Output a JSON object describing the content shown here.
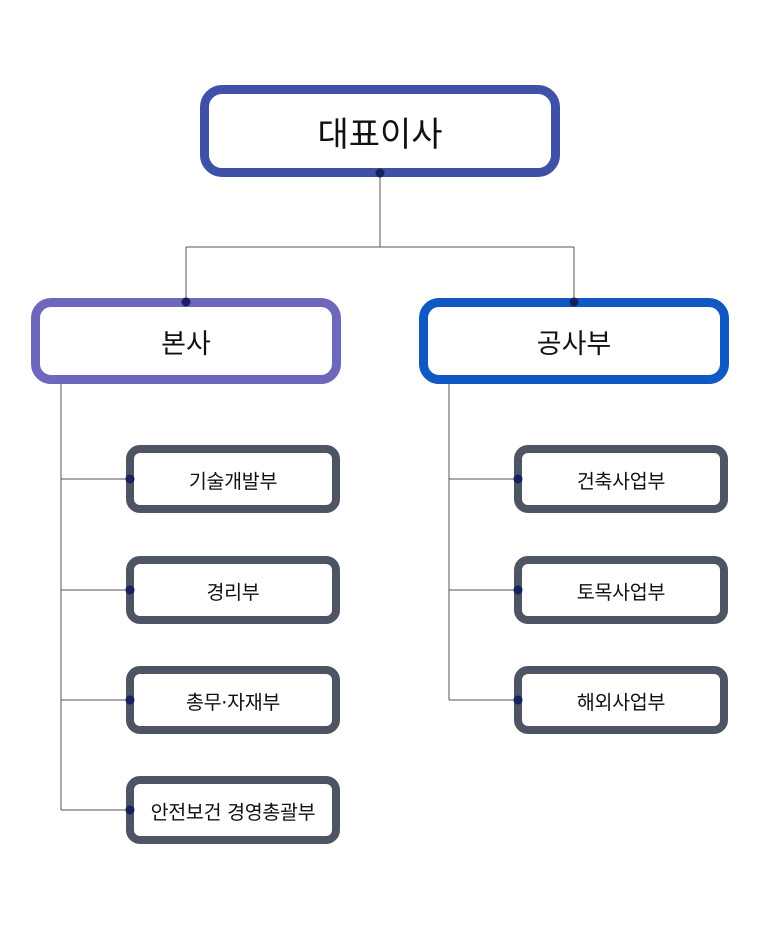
{
  "org": {
    "top": "대표이사",
    "left": {
      "title": "본사",
      "items": [
        "기술개발부",
        "경리부",
        "총무·자재부",
        "안전보건 경영총괄부"
      ]
    },
    "right": {
      "title": "공사부",
      "items": [
        "건축사업부",
        "토목사업부",
        "해외사업부"
      ]
    }
  },
  "colors": {
    "top_border": "#3f51a6",
    "left_border": "#6e68bd",
    "right_border": "#1059c4",
    "sub_border": "#4d5564",
    "line": "#555555",
    "dot": "#16225e"
  }
}
